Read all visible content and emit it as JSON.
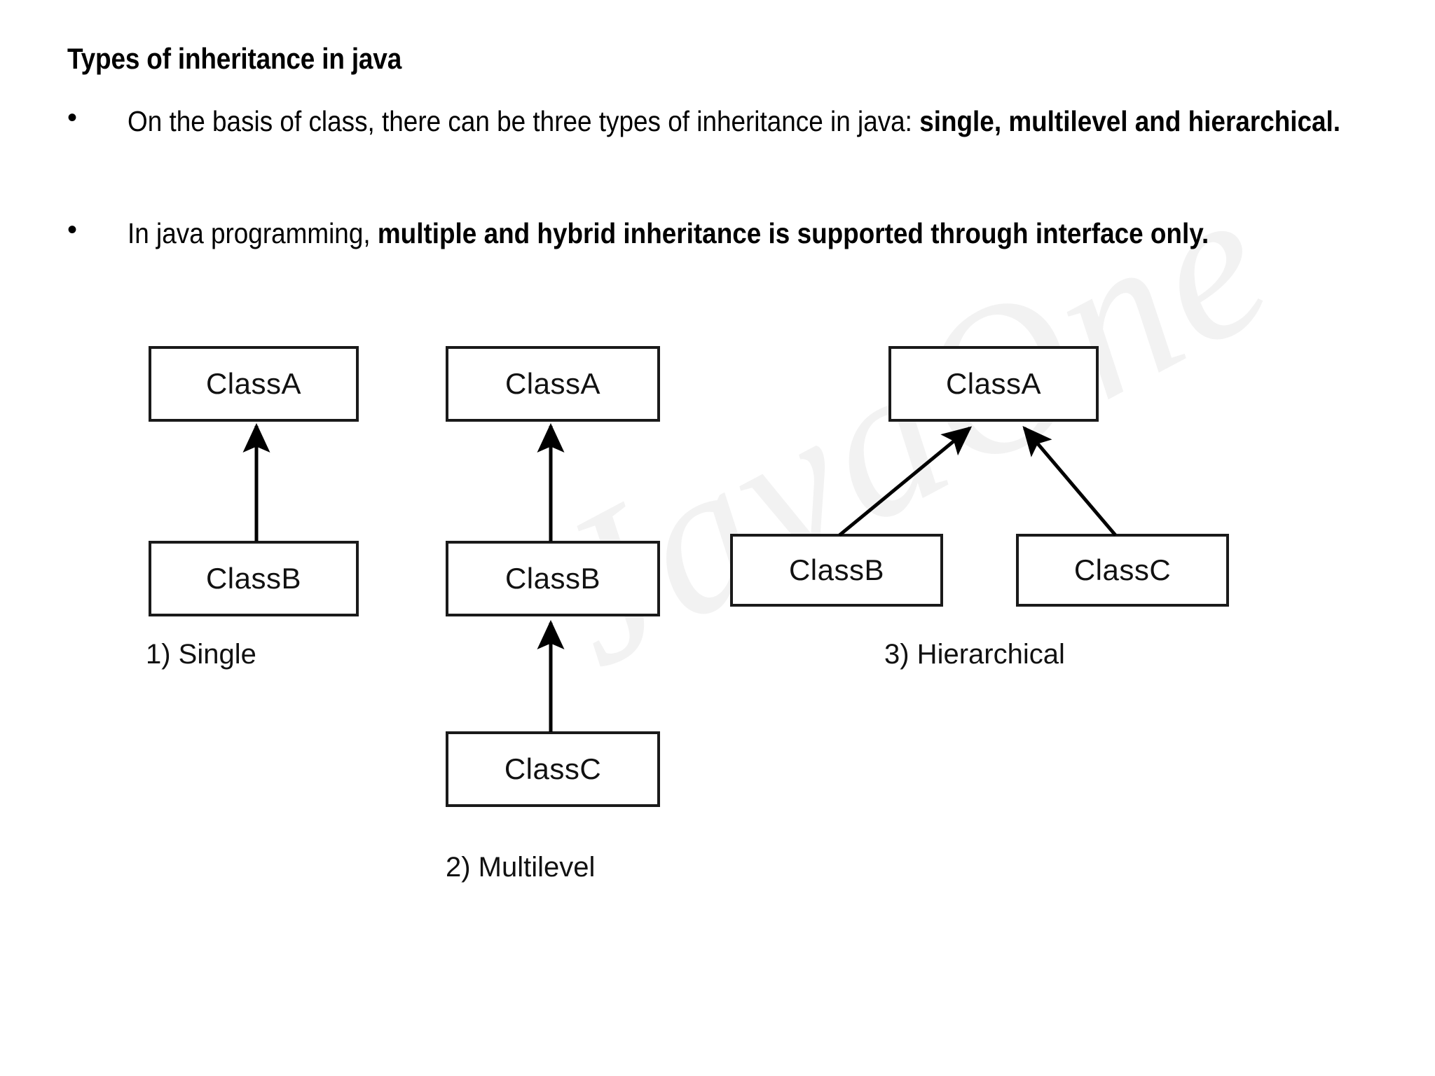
{
  "slide": {
    "title": "Types of inheritance in java",
    "bullets": [
      {
        "marker": "•",
        "segments": [
          {
            "text": "On the basis of class, there can be three types of inheritance in java: ",
            "bold": false
          },
          {
            "text": "single, multilevel and hierarchical.",
            "bold": true
          }
        ]
      },
      {
        "marker": "•",
        "segments": [
          {
            "text": "In java programming, ",
            "bold": false
          },
          {
            "text": "multiple and hybrid inheritance is supported through interface only.",
            "bold": true
          }
        ]
      }
    ]
  },
  "diagram": {
    "watermark_text": "JavaOne",
    "box_border_color": "#1a1a1a",
    "box_fill_color": "#ffffff",
    "arrow_color": "#000000",
    "groups": [
      {
        "id": "single",
        "caption": "1)  Single",
        "boxes": [
          {
            "id": "single-classa",
            "label": "ClassA"
          },
          {
            "id": "single-classb",
            "label": "ClassB"
          }
        ],
        "edges": [
          {
            "from": "ClassB",
            "to": "ClassA"
          }
        ]
      },
      {
        "id": "multilevel",
        "caption": "2) Multilevel",
        "boxes": [
          {
            "id": "multilevel-classa",
            "label": "ClassA"
          },
          {
            "id": "multilevel-classb",
            "label": "ClassB"
          },
          {
            "id": "multilevel-classc",
            "label": "ClassC"
          }
        ],
        "edges": [
          {
            "from": "ClassB",
            "to": "ClassA"
          },
          {
            "from": "ClassC",
            "to": "ClassB"
          }
        ]
      },
      {
        "id": "hierarchical",
        "caption": "3) Hierarchical",
        "boxes": [
          {
            "id": "hierarchical-classa",
            "label": "ClassA"
          },
          {
            "id": "hierarchical-classb",
            "label": "ClassB"
          },
          {
            "id": "hierarchical-classc",
            "label": "ClassC"
          }
        ],
        "edges": [
          {
            "from": "ClassB",
            "to": "ClassA"
          },
          {
            "from": "ClassC",
            "to": "ClassA"
          }
        ]
      }
    ]
  }
}
